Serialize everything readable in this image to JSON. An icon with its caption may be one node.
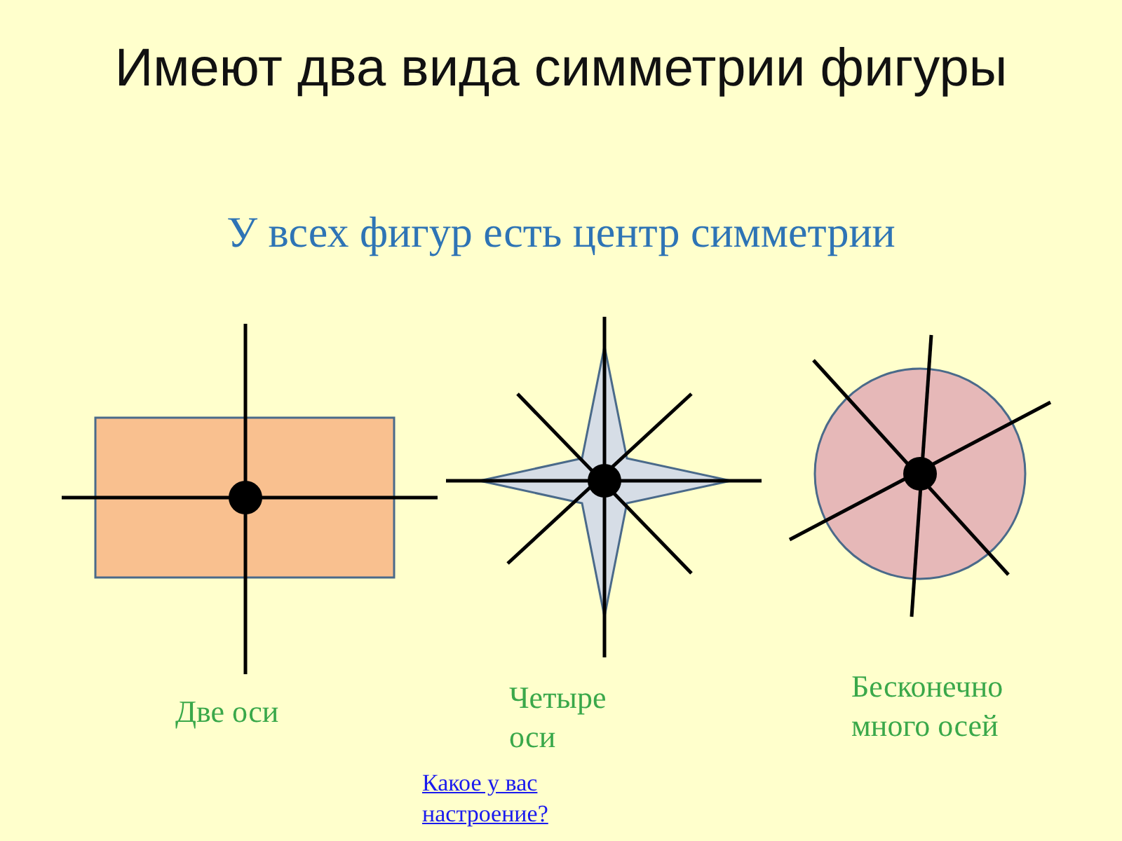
{
  "diagram": {
    "title": "Имеют два вида симметрии фигуры",
    "nodes": [
      {
        "text": [],
        "shape": "box",
        "beside": [
          "Две оси"
        ]
      },
      {
        "text": [],
        "shape": "star",
        "beside": [
          "Четыре оси"
        ]
      },
      {
        "text": [],
        "shape": "circle",
        "beside": [
          "Бесконечно много осей"
        ]
      }
    ],
    "edges": [],
    "labels": [
      "У всех фигур есть центр симметрии",
      "Какое у вас настроение?"
    ]
  }
}
